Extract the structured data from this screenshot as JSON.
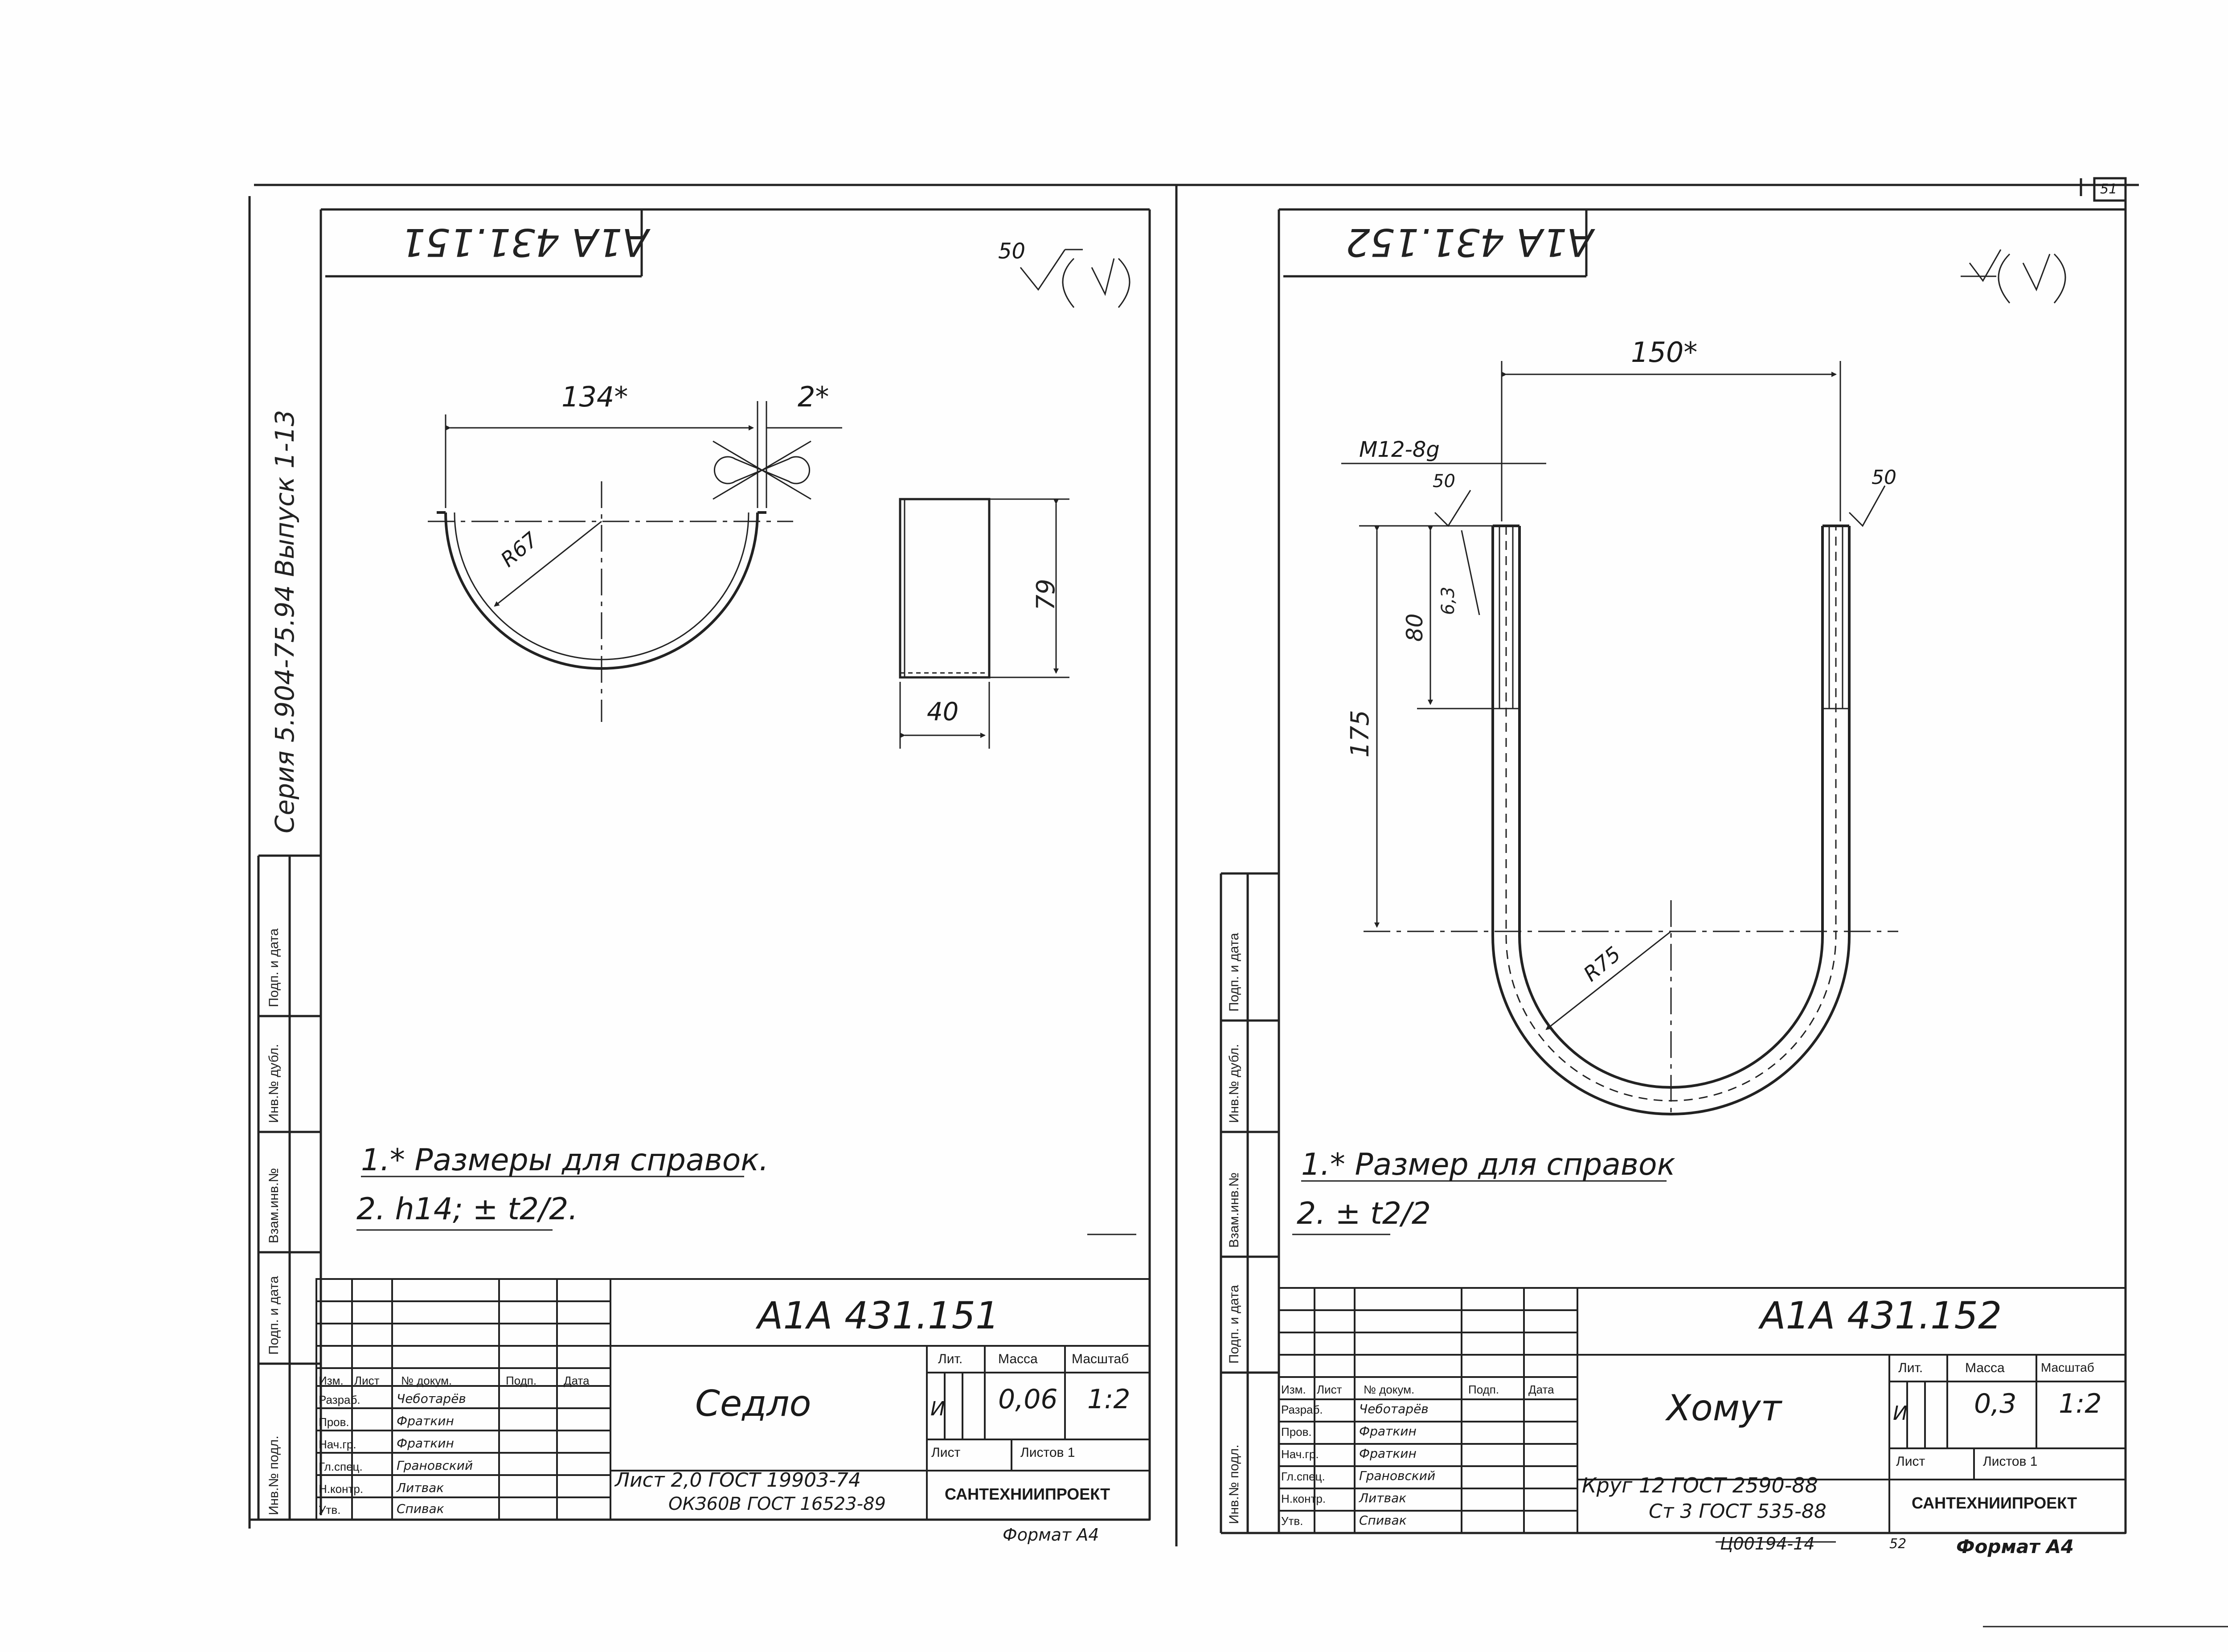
{
  "series_label": "Серия 5.904-75.94 Выпуск 1-13",
  "page_badge": "51",
  "bottom_code": "Ц00194-14",
  "bottom_badge": "52",
  "side_stamps": [
    "Инв.№ подл.",
    "Подп. и дата",
    "Взам.инв.№",
    "Инв.№ дубл.",
    "Подп. и дата"
  ],
  "left": {
    "code_flipped": "А1А 431.151",
    "roughness": "50",
    "dims": {
      "width": "134*",
      "gap": "2*",
      "radius": "R67",
      "height": "79",
      "thickness": "40"
    },
    "notes": [
      "1.* Размеры для справок.",
      "2. h14; ± t2/2."
    ],
    "title_block": {
      "designation": "А1А 431.151",
      "name": "Седло",
      "lit_label": "Лит.",
      "mass_label": "Масса",
      "scale_label": "Масштаб",
      "lit": "И",
      "mass": "0,06",
      "scale": "1:2",
      "sheet_label": "Лист",
      "sheets_label": "Листов 1",
      "material_1": "Лист 2,0 ГОСТ 19903-74",
      "material_2": "ОКЗ60В ГОСТ 16523-89",
      "org": "САНТЕХНИИПРОЕКТ",
      "header": [
        "Изм.",
        "Лист",
        "№ докум.",
        "Подп.",
        "Дата"
      ],
      "roles": [
        "Разраб.",
        "Пров.",
        "Нач.гр.",
        "Гл.спец.",
        "Н.контр.",
        "Утв."
      ],
      "names": [
        "Чеботарёв",
        "Фраткин",
        "Фраткин",
        "Грановский",
        "Литвак",
        "Спивак"
      ]
    },
    "format": "Формат А4"
  },
  "right": {
    "code_flipped": "А1А 431.152",
    "dims": {
      "width": "150*",
      "thread": "М12-8g",
      "rough_1": "50",
      "rough_2": "50",
      "thread_len": "80",
      "small_dim": "6,3",
      "leg": "175",
      "radius": "R75"
    },
    "notes": [
      "1.* Размер для справок",
      "2. ± t2/2"
    ],
    "title_block": {
      "designation": "А1А 431.152",
      "name": "Хомут",
      "lit_label": "Лит.",
      "mass_label": "Масса",
      "scale_label": "Масштаб",
      "lit": "И",
      "mass": "0,3",
      "scale": "1:2",
      "sheet_label": "Лист",
      "sheets_label": "Листов 1",
      "material_1": "Круг 12 ГОСТ 2590-88",
      "material_2": "Ст 3 ГОСТ 535-88",
      "org": "САНТЕХНИИПРОЕКТ",
      "header": [
        "Изм.",
        "Лист",
        "№ докум.",
        "Подп.",
        "Дата"
      ],
      "roles": [
        "Разраб.",
        "Пров.",
        "Нач.гр.",
        "Гл.спец.",
        "Н.контр.",
        "Утв."
      ],
      "names": [
        "Чеботарёв",
        "Фраткин",
        "Фраткин",
        "Грановский",
        "Литвак",
        "Спивак"
      ]
    },
    "format": "Формат А4"
  }
}
